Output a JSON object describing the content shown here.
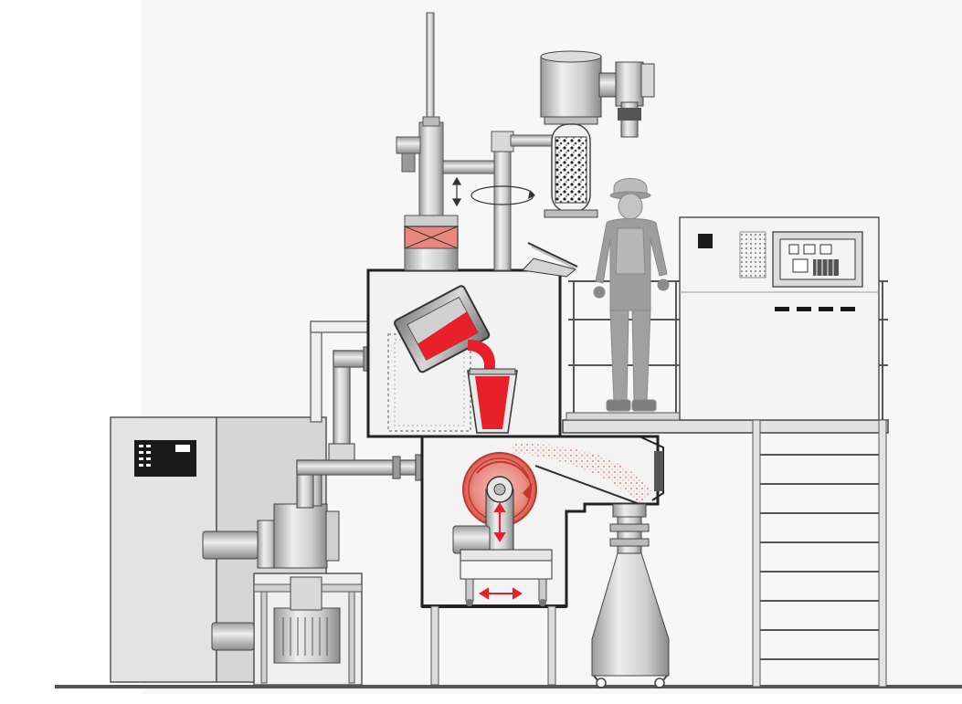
{
  "figure": {
    "kind": "process-equipment-illustration",
    "labels": []
  },
  "colors": {
    "background": "#ffffff",
    "panel_bg": "#f4f4f4",
    "metal_light": "#e6e6e6",
    "metal_mid": "#c8c8c8",
    "metal_dark": "#8a8a8a",
    "outline": "#333333",
    "melt_red": "#e8202a",
    "wheel_red": "#e9877f",
    "worker_gray": "#9a9a9a"
  },
  "components": [
    "control-cabinet-left",
    "vacuum-pump-unit",
    "melting-chamber",
    "tilting-crucible",
    "tundish",
    "spinning-wheel",
    "atomization-chamber",
    "powder-collector",
    "feeder-hopper",
    "operator-platform",
    "control-panel-right",
    "access-ladder",
    "operator-figure"
  ],
  "icons": {
    "vertical-motion": "double-arrow-vertical",
    "horizontal-motion": "double-arrow-horizontal",
    "rotation": "rotation-arrow"
  }
}
